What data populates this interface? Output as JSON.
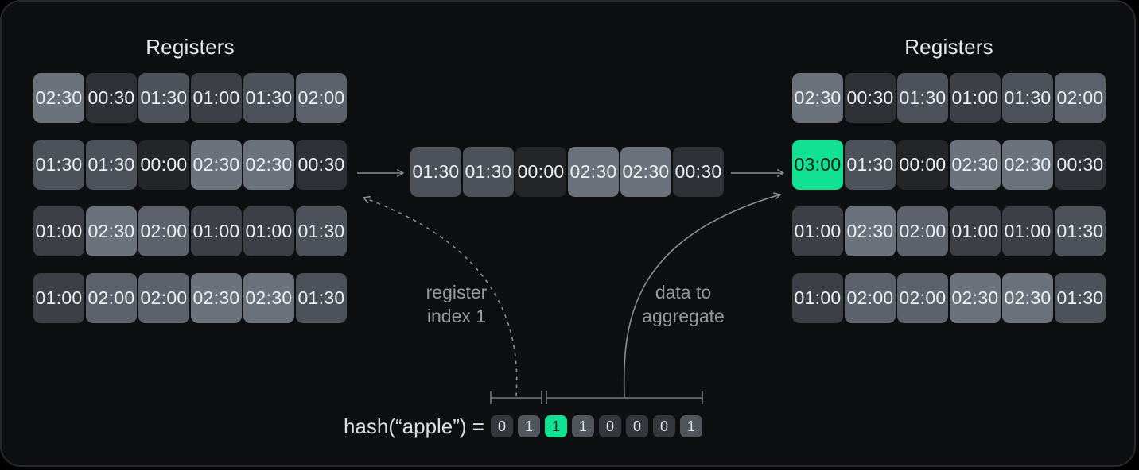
{
  "colors": {
    "page_bg": "#000000",
    "panel_bg": "#0e0f11",
    "panel_border": "#26292d",
    "title_text": "#e7e9eb",
    "cell_text": "#eceef0",
    "label_text": "#96999e",
    "hash_text": "#dcdee0",
    "line": "#8b8e93",
    "bracket": "#75787d",
    "accent": "#12e092",
    "accent_text": "#132119",
    "bit_zero_bg": "#34373c",
    "bit_one_bg": "#51555c",
    "bit_text": "#e3e5e7",
    "value_scale": {
      "00:00": "#232529",
      "00:30": "#2e3136",
      "01:00": "#3c4046",
      "01:30": "#4c515a",
      "02:00": "#5c616b",
      "02:30": "#6c727c",
      "03:00": "#12e092"
    }
  },
  "left_registers": {
    "title": "Registers",
    "rows": [
      [
        "02:30",
        "00:30",
        "01:30",
        "01:00",
        "01:30",
        "02:00"
      ],
      [
        "01:30",
        "01:30",
        "00:00",
        "02:30",
        "02:30",
        "00:30"
      ],
      [
        "01:00",
        "02:30",
        "02:00",
        "01:00",
        "01:00",
        "01:30"
      ],
      [
        "01:00",
        "02:00",
        "02:00",
        "02:30",
        "02:30",
        "01:30"
      ]
    ]
  },
  "merge_row": {
    "cells": [
      "01:30",
      "01:30",
      "00:00",
      "02:30",
      "02:30",
      "00:30"
    ]
  },
  "right_registers": {
    "title": "Registers",
    "rows": [
      [
        "02:30",
        "00:30",
        "01:30",
        "01:00",
        "01:30",
        "02:00"
      ],
      [
        "03:00",
        "01:30",
        "00:00",
        "02:30",
        "02:30",
        "00:30"
      ],
      [
        "01:00",
        "02:30",
        "02:00",
        "01:00",
        "01:00",
        "01:30"
      ],
      [
        "01:00",
        "02:00",
        "02:00",
        "02:30",
        "02:30",
        "01:30"
      ]
    ],
    "highlight": {
      "row": 1,
      "col": 0
    }
  },
  "annotations": {
    "register_index_line1": "register",
    "register_index_line2": "index 1",
    "data_aggregate_line1": "data to",
    "data_aggregate_line2": "aggregate"
  },
  "hash": {
    "prefix": "hash(“apple”) =",
    "bits": [
      "0",
      "1",
      "1",
      "1",
      "0",
      "0",
      "0",
      "1"
    ],
    "highlight_index": 2,
    "index_bits_count": 2
  }
}
